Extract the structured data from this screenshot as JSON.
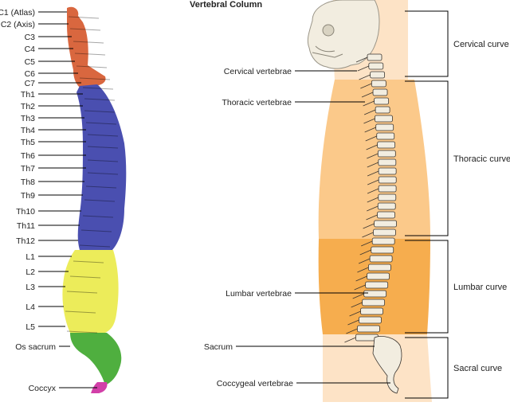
{
  "title": "Vertebral Column",
  "left_labels": [
    {
      "id": "c1",
      "text": "C1 (Atlas)"
    },
    {
      "id": "c2",
      "text": "C2 (Axis)"
    },
    {
      "id": "c3",
      "text": "C3"
    },
    {
      "id": "c4",
      "text": "C4"
    },
    {
      "id": "c5",
      "text": "C5"
    },
    {
      "id": "c6",
      "text": "C6"
    },
    {
      "id": "c7",
      "text": "C7"
    },
    {
      "id": "th1",
      "text": "Th1"
    },
    {
      "id": "th2",
      "text": "Th2"
    },
    {
      "id": "th3",
      "text": "Th3"
    },
    {
      "id": "th4",
      "text": "Th4"
    },
    {
      "id": "th5",
      "text": "Th5"
    },
    {
      "id": "th6",
      "text": "Th6"
    },
    {
      "id": "th7",
      "text": "Th7"
    },
    {
      "id": "th8",
      "text": "Th8"
    },
    {
      "id": "th9",
      "text": "Th9"
    },
    {
      "id": "th10",
      "text": "Th10"
    },
    {
      "id": "th11",
      "text": "Th11"
    },
    {
      "id": "th12",
      "text": "Th12"
    },
    {
      "id": "l1",
      "text": "L1"
    },
    {
      "id": "l2",
      "text": "L2"
    },
    {
      "id": "l3",
      "text": "L3"
    },
    {
      "id": "l4",
      "text": "L4"
    },
    {
      "id": "l5",
      "text": "L5"
    },
    {
      "id": "os-sacrum",
      "text": "Os sacrum"
    },
    {
      "id": "coccyx",
      "text": "Coccyx"
    }
  ],
  "right_labels": [
    {
      "id": "cervical-vertebrae",
      "text": "Cervical vertebrae"
    },
    {
      "id": "thoracic-vertebrae",
      "text": "Thoracic vertebrae"
    },
    {
      "id": "lumbar-vertebrae",
      "text": "Lumbar vertebrae"
    },
    {
      "id": "sacrum",
      "text": "Sacrum"
    },
    {
      "id": "coccygeal-vertebrae",
      "text": "Coccygeal vertebrae"
    }
  ],
  "curves": [
    {
      "id": "cervical-curve",
      "text": "Cervical curve"
    },
    {
      "id": "thoracic-curve",
      "text": "Thoracic curve"
    },
    {
      "id": "lumbar-curve",
      "text": "Lumbar curve"
    },
    {
      "id": "sacral-curve",
      "text": "Sacral curve"
    }
  ],
  "colors": {
    "cervical": "#d9673f",
    "thoracic": "#4a4fb0",
    "lumbar": "#ecec5a",
    "sacrum": "#4faf3f",
    "coccyx": "#d23fa8",
    "body_light": "#fde3c6",
    "body_mid": "#fbc98a",
    "body_dark": "#f6ad4e",
    "bone": "#f2ede0"
  }
}
